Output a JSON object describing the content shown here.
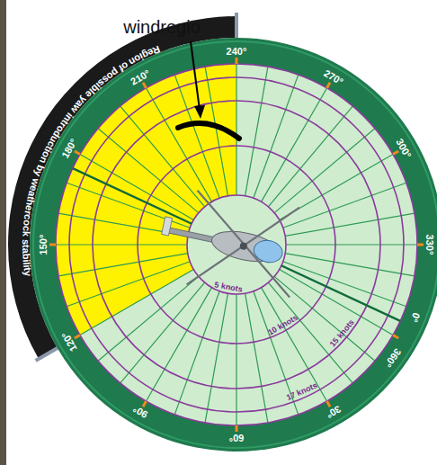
{
  "diagram": {
    "labels": [
      "windregio",
      "Region of possible yaw introduction by weathercock stability",
      "240°",
      "270°",
      "300°",
      "330°",
      "360°",
      "0°",
      "30°",
      "60°",
      "90°",
      "120°",
      "150°",
      "180°",
      "210°",
      "5 knots",
      "10 knots",
      "15 knots",
      "17 knots"
    ]
  }
}
